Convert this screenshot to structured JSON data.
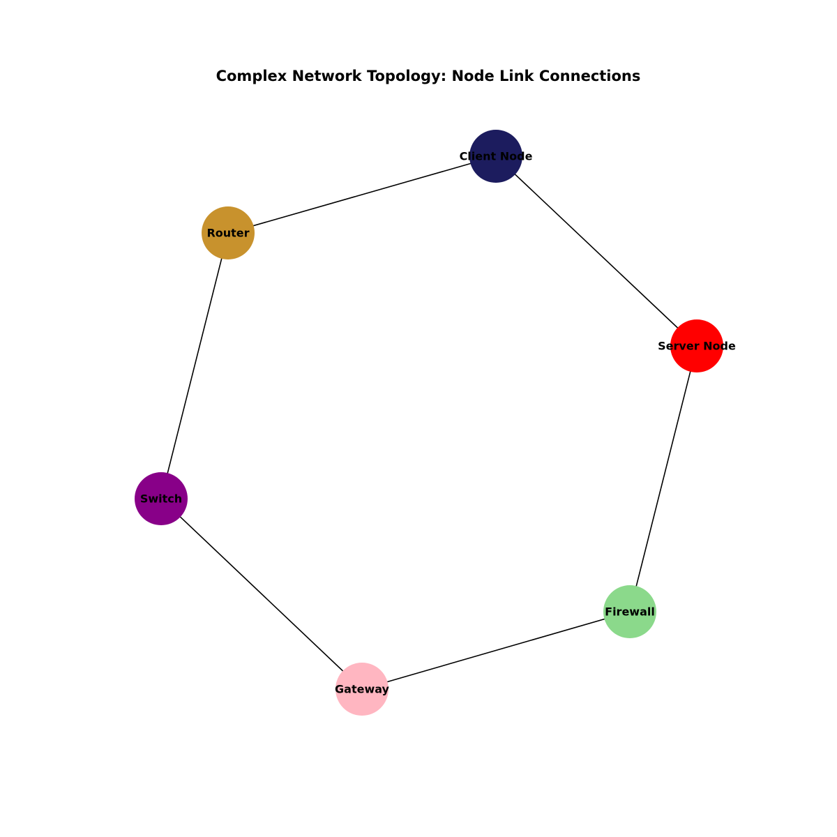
{
  "title": "Complex Network Topology: Node Link Connections",
  "nodes": [
    {
      "id": "client",
      "label": "Client Node",
      "color": "#1c1c5e"
    },
    {
      "id": "server",
      "label": "Server Node",
      "color": "#ff0000"
    },
    {
      "id": "firewall",
      "label": "Firewall",
      "color": "#8bd98b"
    },
    {
      "id": "gateway",
      "label": "Gateway",
      "color": "#ffb6c1"
    },
    {
      "id": "switch",
      "label": "Switch",
      "color": "#880088"
    },
    {
      "id": "router",
      "label": "Router",
      "color": "#c8922d"
    }
  ],
  "edges": [
    {
      "source": "client",
      "target": "server"
    },
    {
      "source": "server",
      "target": "firewall"
    },
    {
      "source": "firewall",
      "target": "gateway"
    },
    {
      "source": "gateway",
      "target": "switch"
    },
    {
      "source": "switch",
      "target": "router"
    },
    {
      "source": "router",
      "target": "client"
    }
  ]
}
